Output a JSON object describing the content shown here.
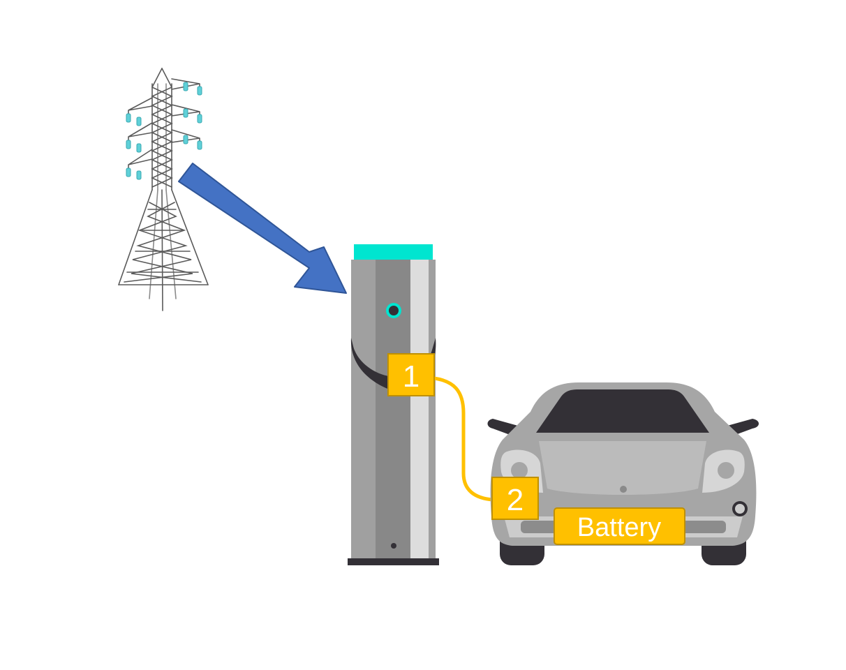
{
  "labels": {
    "charger_port": "1",
    "vehicle_port": "2",
    "battery": "Battery"
  },
  "icons": {
    "tower": "power-transmission-tower-icon",
    "arrow": "arrow-down-right-icon",
    "charger": "ev-charging-station-icon",
    "car": "electric-car-icon"
  },
  "colors": {
    "arrow_fill": "#4472C4",
    "arrow_stroke": "#2F5597",
    "label_fill": "#FFC000",
    "label_stroke": "#BF9000",
    "cable": "#FFC000",
    "accent": "#00E5D0",
    "charger_body": "#A0A0A0",
    "car_body": "#A6A6A6",
    "dark": "#333036"
  }
}
